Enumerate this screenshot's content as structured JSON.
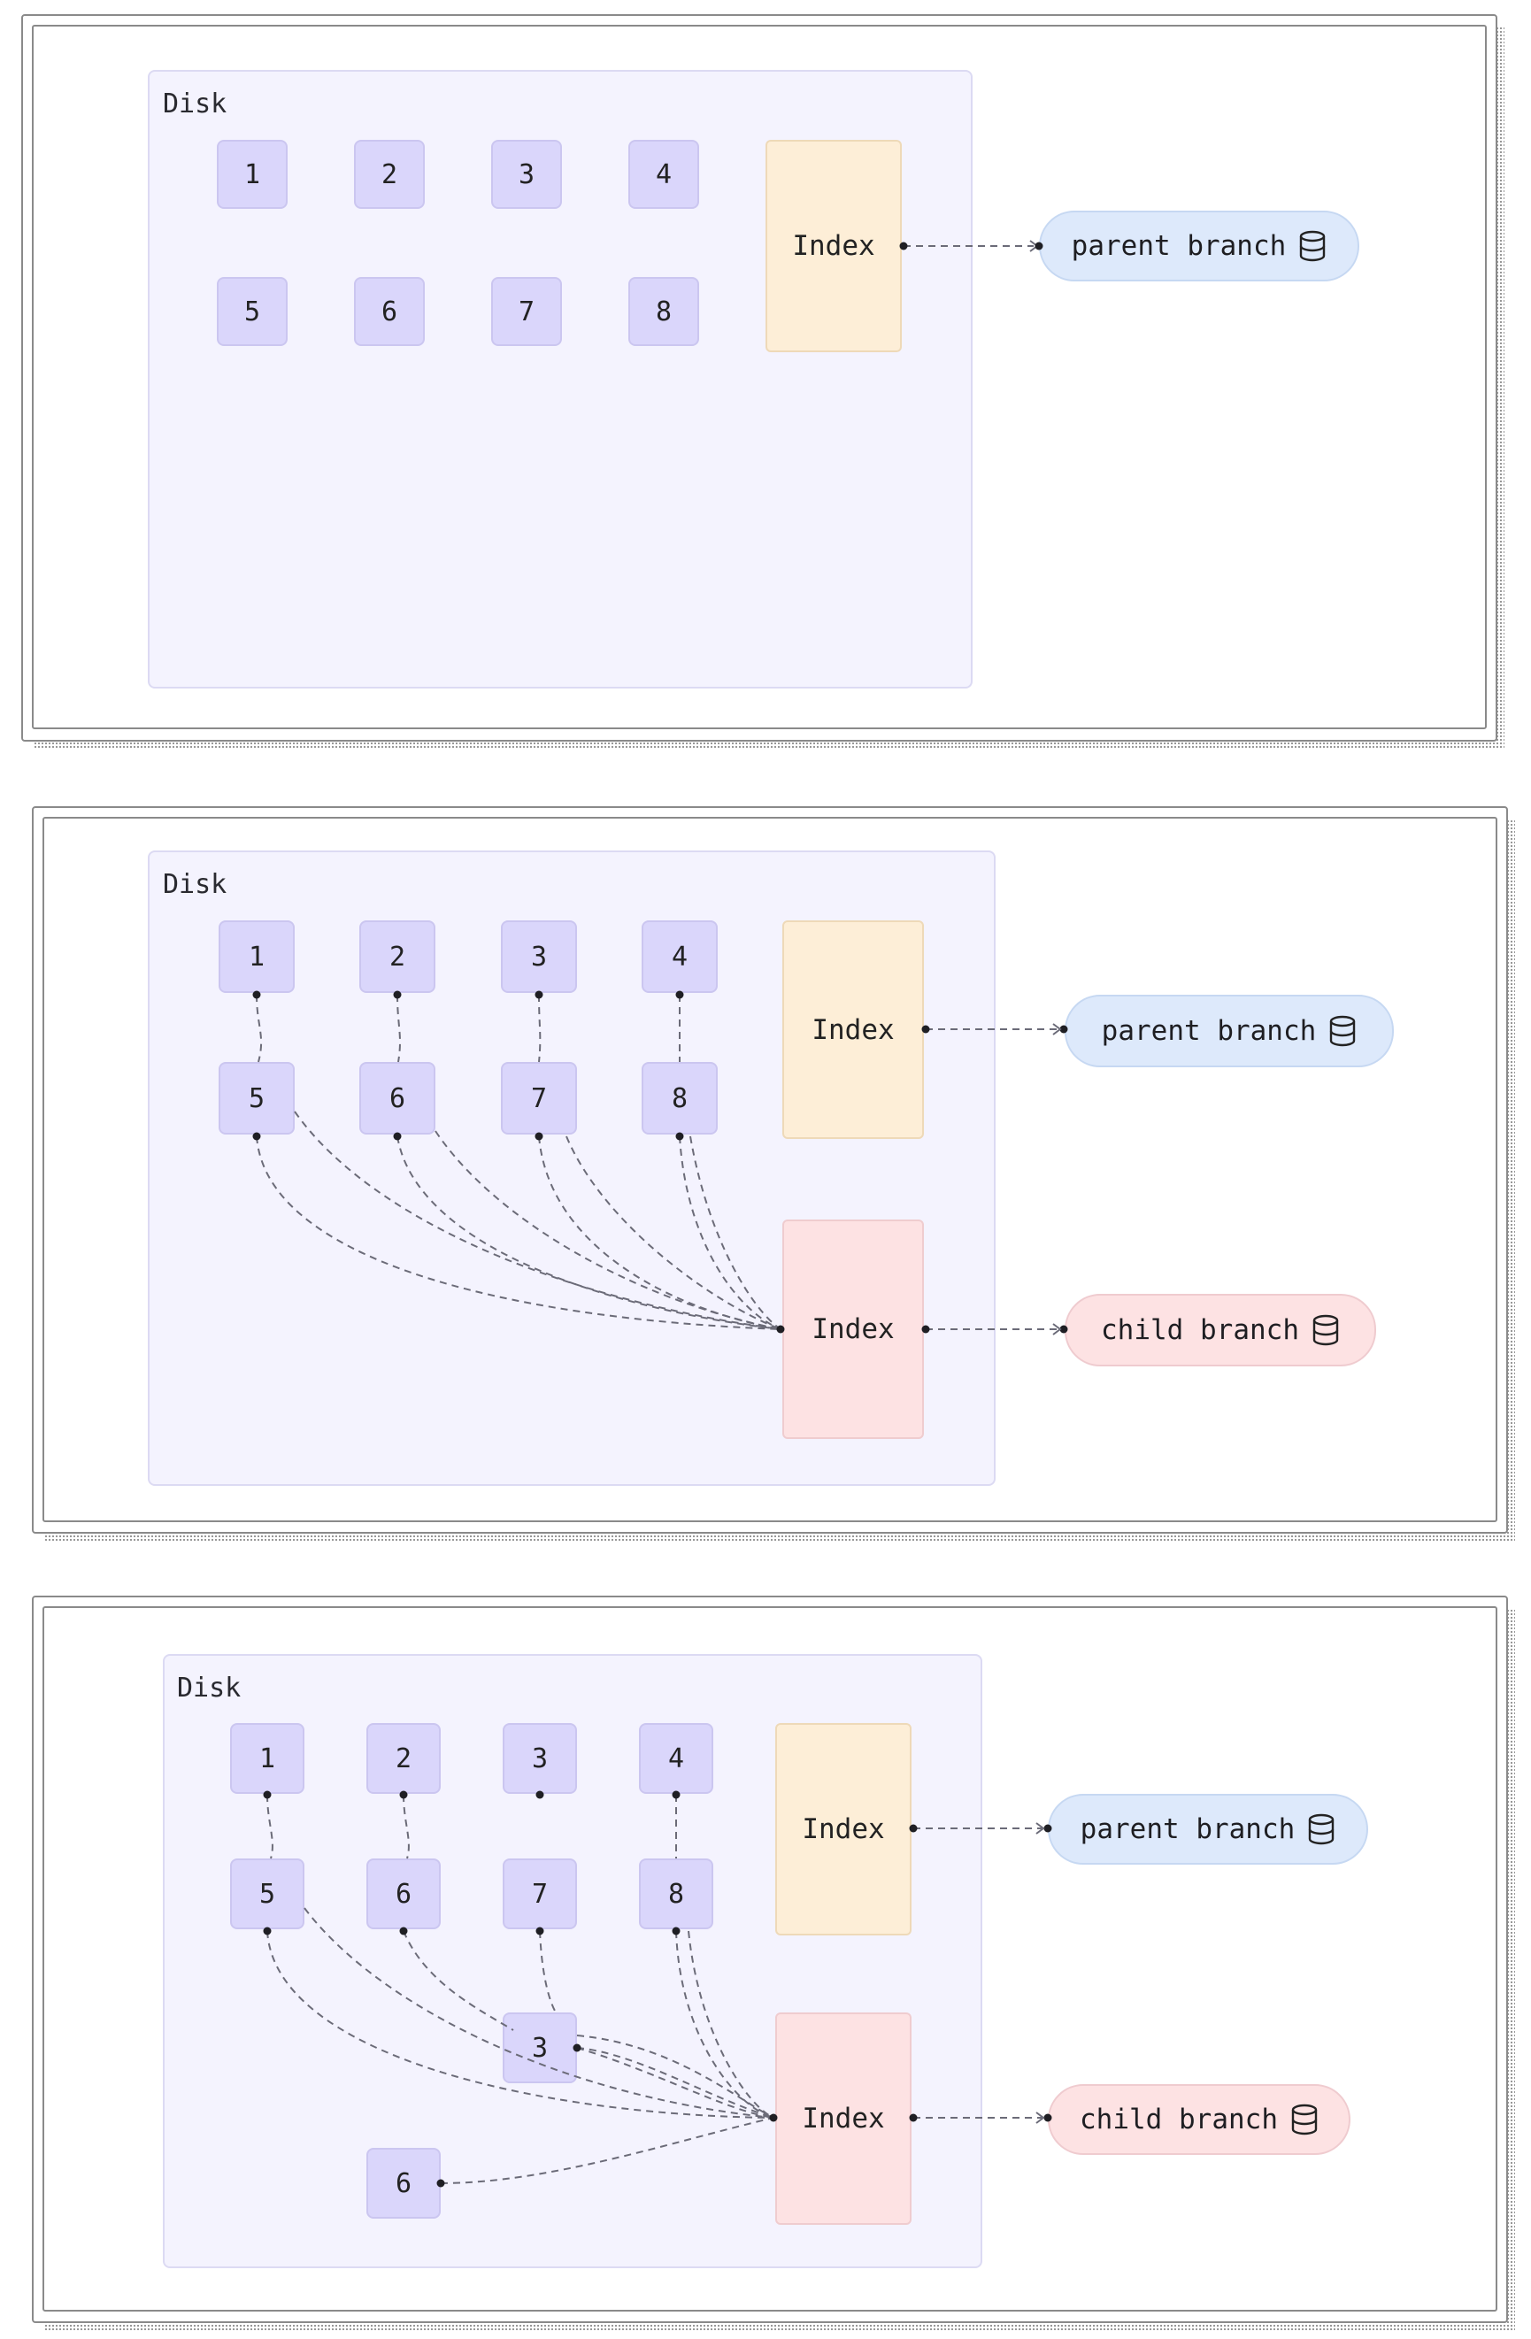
{
  "panels": [
    {
      "disk_label": "Disk",
      "blocks": [
        "1",
        "2",
        "3",
        "4",
        "5",
        "6",
        "7",
        "8"
      ],
      "parent_index_label": "Index",
      "parent_branch_label": "parent branch"
    },
    {
      "disk_label": "Disk",
      "blocks": [
        "1",
        "2",
        "3",
        "4",
        "5",
        "6",
        "7",
        "8"
      ],
      "parent_index_label": "Index",
      "parent_branch_label": "parent branch",
      "child_index_label": "Index",
      "child_branch_label": "child branch"
    },
    {
      "disk_label": "Disk",
      "blocks": [
        "1",
        "2",
        "3",
        "4",
        "5",
        "6",
        "7",
        "8"
      ],
      "extra_blocks": [
        "3",
        "6"
      ],
      "parent_index_label": "Index",
      "parent_branch_label": "parent branch",
      "child_index_label": "Index",
      "child_branch_label": "child branch"
    }
  ],
  "icons": {
    "branch": "database-icon"
  },
  "colors": {
    "disk_bg": "#f4f3fe",
    "block_bg": "#dad6fb",
    "parent_index_bg": "#fdeed7",
    "child_index_bg": "#fde2e3",
    "parent_branch_bg": "#dde9fb",
    "child_branch_bg": "#fde2e3"
  }
}
